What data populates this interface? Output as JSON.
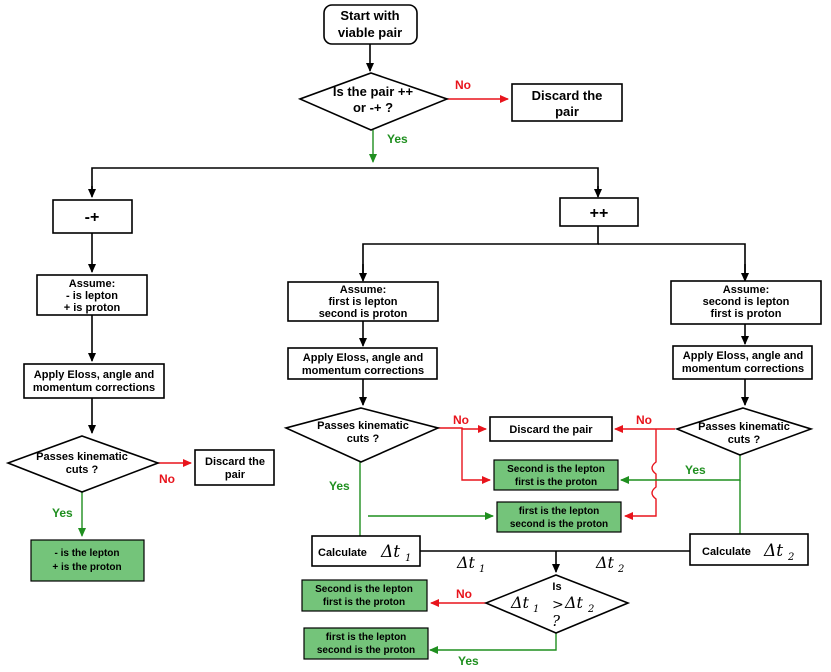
{
  "colors": {
    "no": "#e8141c",
    "yes": "#1f8f1f",
    "result_fill": "#74c47a",
    "line": "#000000"
  },
  "start": {
    "line1": "Start with",
    "line2": "viable pair"
  },
  "q_pair": {
    "line1": "Is the pair ++",
    "line2": "or -+ ?"
  },
  "discard_top": {
    "line1": "Discard the",
    "line2": "pair"
  },
  "no_label": "No",
  "yes_label": "Yes",
  "minus_plus": "-+",
  "plus_plus": "++",
  "left": {
    "assume": {
      "line1": "Assume:",
      "line2": "- is  lepton",
      "line3": "+ is  proton"
    },
    "corrections": {
      "line1": "Apply Eloss, angle and",
      "line2": "momentum corrections"
    },
    "cuts": {
      "line1": "Passes kinematic",
      "line2": "cuts ?"
    },
    "discard": {
      "line1": "Discard the",
      "line2": "pair"
    },
    "result": {
      "line1": "- is the lepton",
      "line2": "+ is the proton"
    }
  },
  "mid": {
    "assume": {
      "line1": "Assume:",
      "line2": "first is lepton",
      "line3": "second is  proton"
    },
    "corrections": {
      "line1": "Apply  Eloss, angle and",
      "line2": "momentum corrections"
    },
    "cuts": {
      "line1": "Passes kinematic",
      "line2": "cuts ?"
    }
  },
  "right": {
    "assume": {
      "line1": "Assume:",
      "line2": "second is lepton",
      "line3": "first is  proton"
    },
    "corrections": {
      "line1": "Apply Eloss, angle and",
      "line2": "momentum corrections"
    },
    "cuts": {
      "line1": "Passes kinematic",
      "line2": "cuts ?"
    }
  },
  "discard_mid": "Discard the pair",
  "result_second_lepton": {
    "line1": "Second is the lepton",
    "line2": "first is the proton"
  },
  "result_first_lepton": {
    "line1": "first is the lepton",
    "line2": "second is the proton"
  },
  "calc_left": {
    "label": "Calculate",
    "math": "Δt",
    "sub": "1"
  },
  "calc_right": {
    "label": "Calculate",
    "math": "Δt",
    "sub": "2"
  },
  "dt1_label": {
    "math": "Δt",
    "sub": "1"
  },
  "dt2_label": {
    "math": "Δt",
    "sub": "2"
  },
  "final_q": {
    "is": "Is",
    "lhs": "Δt",
    "lhs_sub": "1",
    "op": ">",
    "rhs": "Δt",
    "rhs_sub": "2",
    "q": "?"
  }
}
